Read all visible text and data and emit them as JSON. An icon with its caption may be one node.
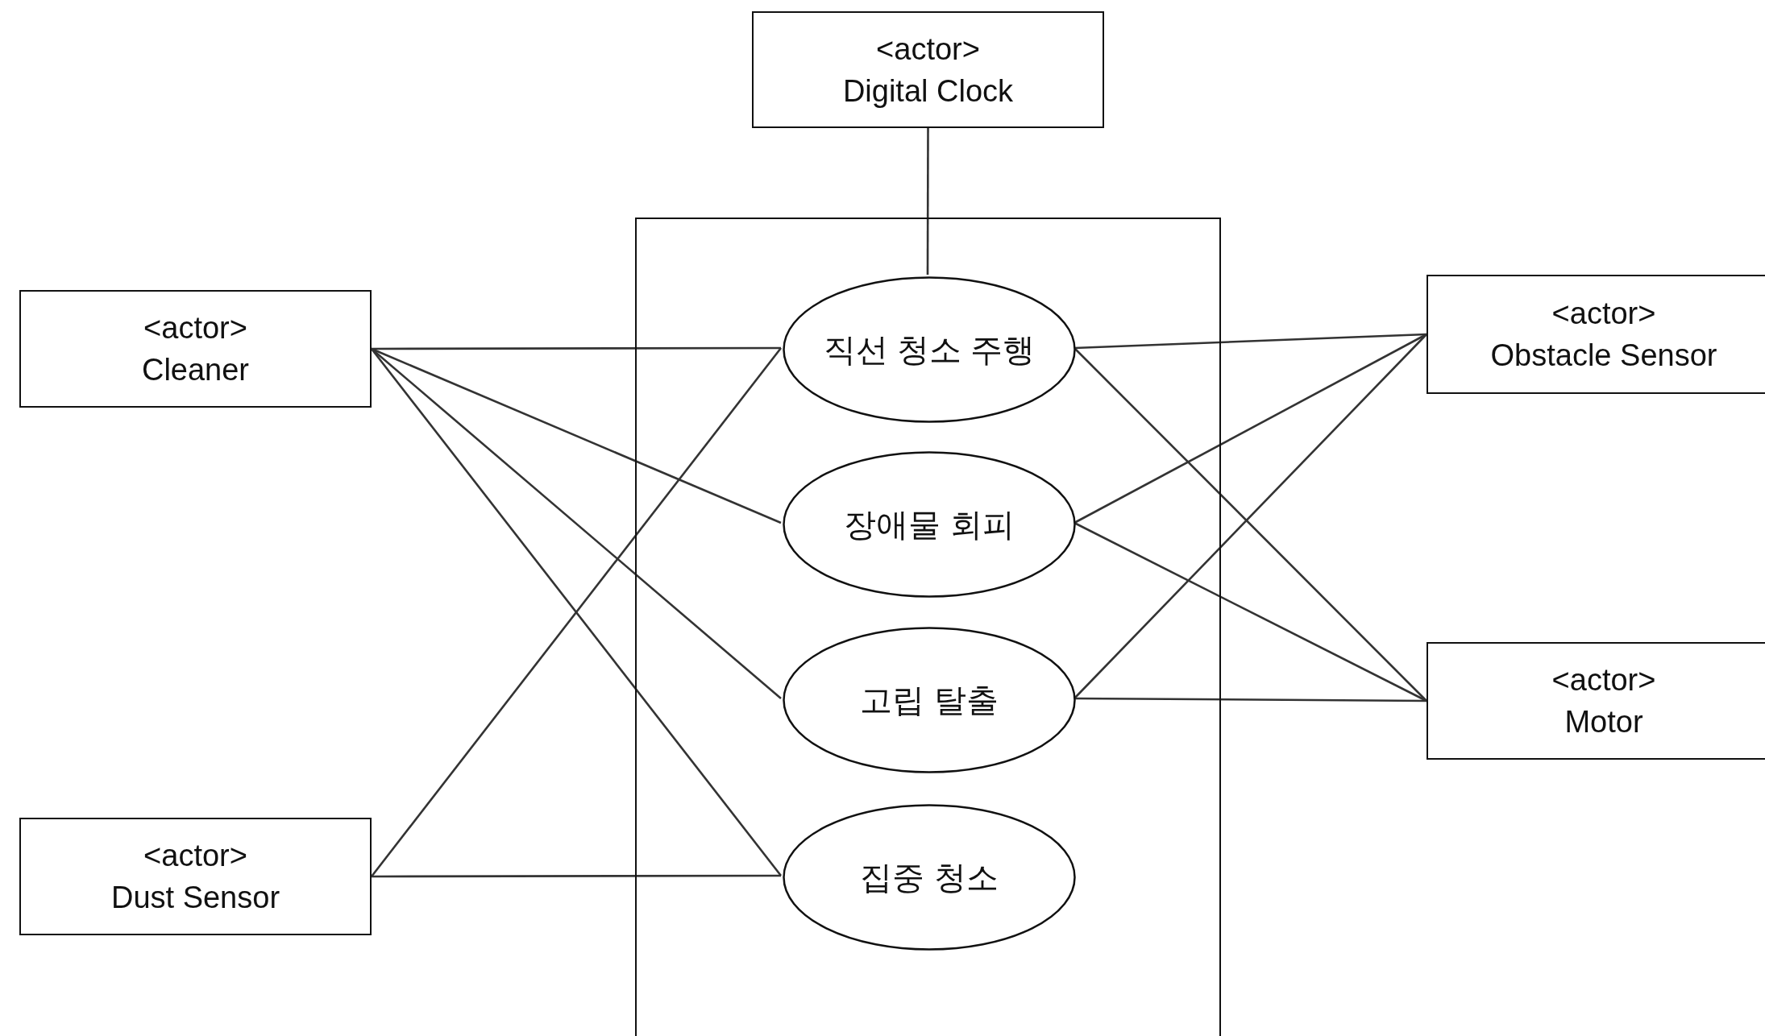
{
  "diagram": {
    "nodes": [
      {
        "text": [
          "<actor>",
          "Digital Clock"
        ]
      },
      {
        "text": [],
        "shape": "box"
      },
      {
        "text": [
          "직선 청소 주행"
        ],
        "in": 1
      },
      {
        "text": [
          "장애물 회피"
        ],
        "in": 1
      },
      {
        "text": [
          "고립 탈출"
        ],
        "in": 1
      },
      {
        "text": [
          "집중 청소"
        ],
        "in": 1
      },
      {
        "text": [
          "<actor>",
          "Cleaner"
        ]
      },
      {
        "text": [
          "<actor>",
          "Dust Sensor"
        ]
      },
      {
        "text": [
          "<actor>",
          "Obstacle Sensor"
        ]
      },
      {
        "text": [
          "<actor>",
          "Motor"
        ]
      }
    ],
    "edges": [
      {
        "from": 0,
        "to": 2,
        "arrow": "none"
      },
      {
        "from": 6,
        "to": 2,
        "arrow": "none"
      },
      {
        "from": 6,
        "to": 3,
        "arrow": "none"
      },
      {
        "from": 6,
        "to": 4,
        "arrow": "none"
      },
      {
        "from": 6,
        "to": 5,
        "arrow": "none"
      },
      {
        "from": 7,
        "to": 2,
        "arrow": "none"
      },
      {
        "from": 7,
        "to": 5,
        "arrow": "none"
      },
      {
        "from": 8,
        "to": 2,
        "arrow": "none"
      },
      {
        "from": 8,
        "to": 3,
        "arrow": "none"
      },
      {
        "from": 8,
        "to": 4,
        "arrow": "none"
      },
      {
        "from": 9,
        "to": 2,
        "arrow": "none"
      },
      {
        "from": 9,
        "to": 3,
        "arrow": "none"
      },
      {
        "from": 9,
        "to": 4,
        "arrow": "none"
      }
    ]
  }
}
